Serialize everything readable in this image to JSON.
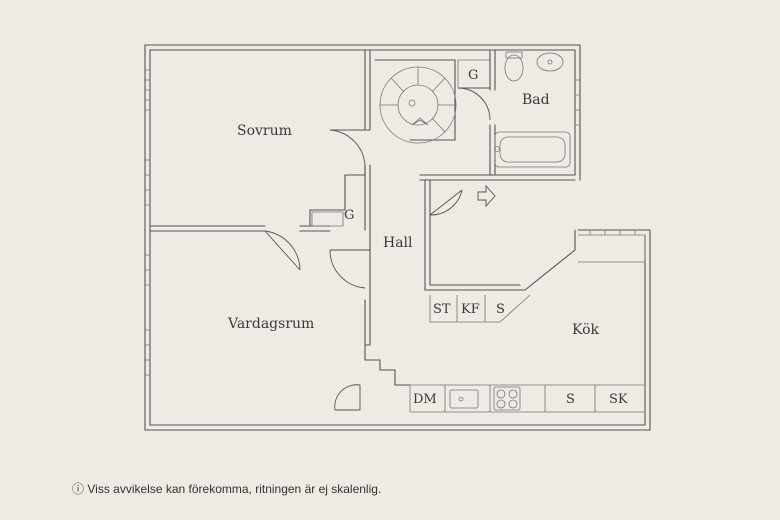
{
  "rooms": {
    "sovrum": "Sovrum",
    "bad": "Bad",
    "hall": "Hall",
    "vardagsrum": "Vardagsrum",
    "kok": "Kök"
  },
  "fixtures": {
    "wardrobe_top": "G",
    "wardrobe_hall": "G",
    "st": "ST",
    "kf": "KF",
    "s_hall": "S",
    "dm": "DM",
    "s_kitchen": "S",
    "sk": "SK"
  },
  "note": {
    "icon": "info-icon",
    "glyph": "ⓘ",
    "text": "Viss avvikelse kan förekomma, ritningen är ej skalenlig."
  },
  "colors": {
    "paper": "#edebe4",
    "lines": "#555555"
  }
}
